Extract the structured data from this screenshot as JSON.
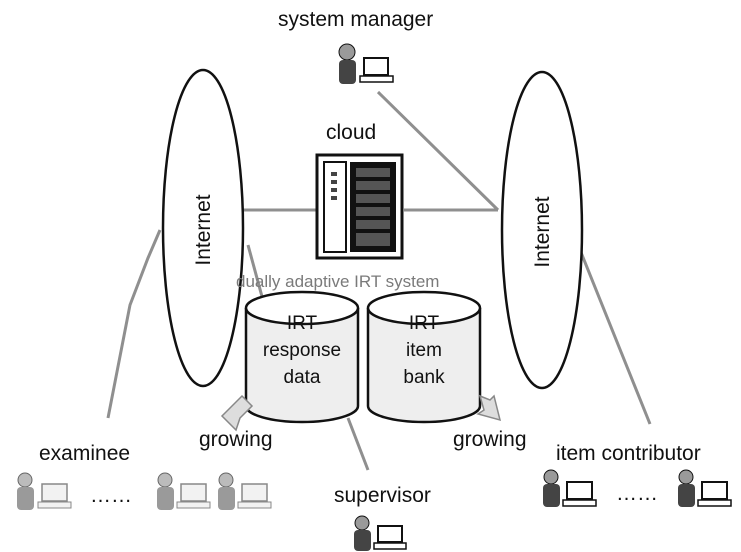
{
  "labels": {
    "system_manager": "system manager",
    "cloud": "cloud",
    "internet_left": "Internet",
    "internet_right": "Internet",
    "system_caption": "dually adaptive IRT system",
    "db_left": [
      "IRT",
      "response",
      "data"
    ],
    "db_right": [
      "IRT",
      "item",
      "bank"
    ],
    "growing_left": "growing",
    "growing_right": "growing",
    "examinee": "examinee",
    "supervisor": "supervisor",
    "item_contributor": "item contributor",
    "ellipsis_left": "……",
    "ellipsis_right": "……"
  },
  "icons": {
    "person": "person-icon",
    "laptop": "laptop-icon",
    "server": "server-icon",
    "database": "database-icon",
    "arrow": "growing-arrow-icon"
  },
  "colors": {
    "line": "#8f8f8f",
    "stroke": "#111111",
    "person_dark": "#444444",
    "person_light": "#9a9a9a",
    "database_fill": "#eeeeee",
    "arrow_fill": "#dddddd"
  }
}
